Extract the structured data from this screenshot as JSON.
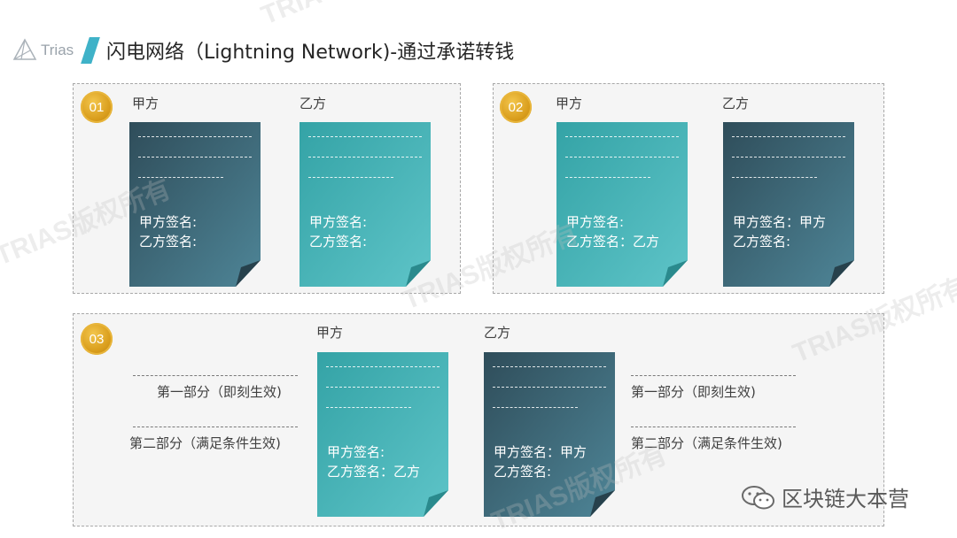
{
  "header": {
    "logo_text": "Trias",
    "title": "闪电网络（Lightning Network)-通过承诺转钱"
  },
  "panels": [
    {
      "badge": "01",
      "party_a": "甲方",
      "party_b": "乙方",
      "doc_a": {
        "sig1": "甲方签名:",
        "sig2": "乙方签名:",
        "theme": "dark"
      },
      "doc_b": {
        "sig1": "甲方签名:",
        "sig2": "乙方签名:",
        "theme": "teal"
      }
    },
    {
      "badge": "02",
      "party_a": "甲方",
      "party_b": "乙方",
      "doc_a": {
        "sig1": "甲方签名:",
        "sig2": "乙方签名：乙方",
        "theme": "teal"
      },
      "doc_b": {
        "sig1": "甲方签名：甲方",
        "sig2": "乙方签名:",
        "theme": "dark"
      }
    },
    {
      "badge": "03",
      "party_a": "甲方",
      "party_b": "乙方",
      "doc_a": {
        "sig1": "甲方签名:",
        "sig2": "乙方签名：乙方",
        "theme": "teal"
      },
      "doc_b": {
        "sig1": "甲方签名：甲方",
        "sig2": "乙方签名:",
        "theme": "dark"
      },
      "left_part1": "第一部分（即刻生效)",
      "left_part2": "第二部分（满足条件生效)",
      "right_part1": "第一部分（即刻生效)",
      "right_part2": "第二部分（满足条件生效)"
    }
  ],
  "watermark_text": "TRIAS版权所有",
  "footer": {
    "wechat_label": "区块链大本营"
  },
  "colors": {
    "accent": "#3fb2c8",
    "badge_gold": "#d99d1c",
    "doc_dark_start": "#2f4d5a",
    "doc_dark_end": "#4e8597",
    "doc_teal_start": "#34a3a6",
    "doc_teal_end": "#5ec4c8"
  }
}
